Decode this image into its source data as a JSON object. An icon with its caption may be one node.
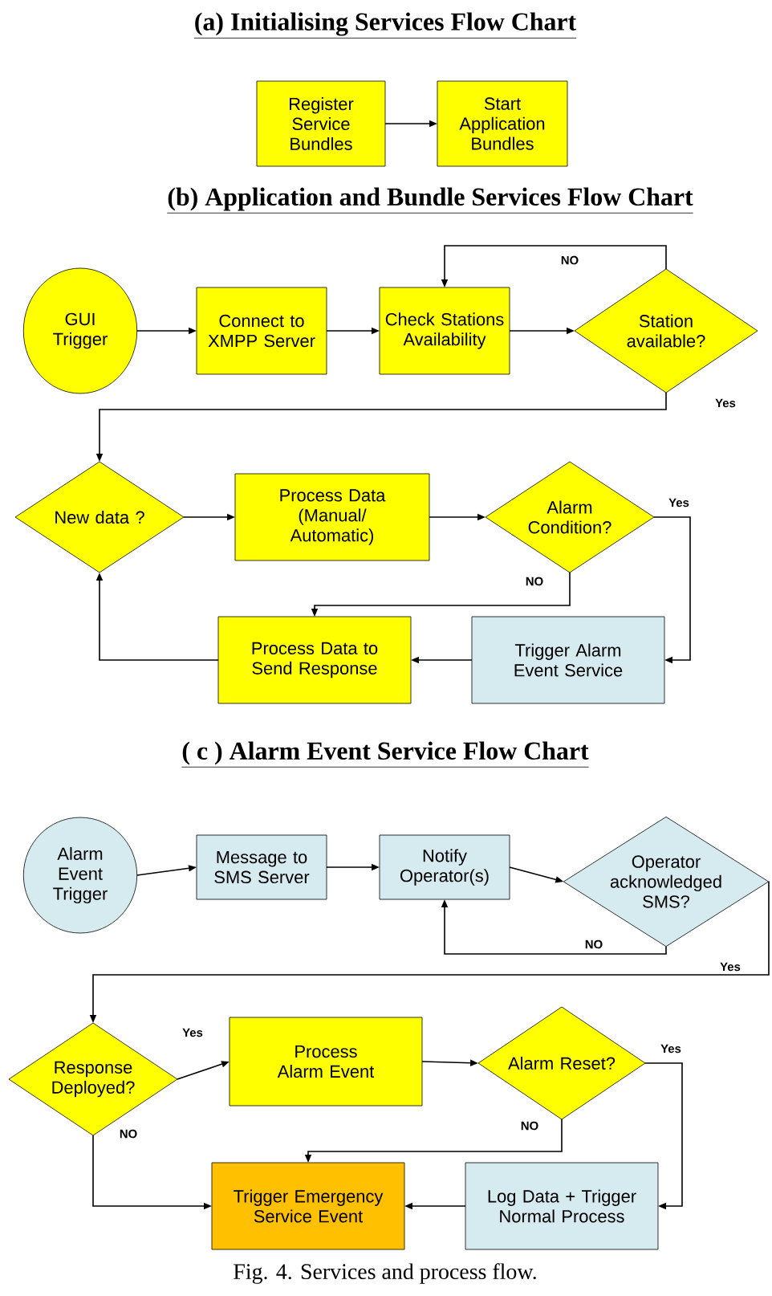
{
  "diagram": {
    "caption": "Fig. 4. Services and process flow.",
    "nodes": [
      {
        "text": [
          "Register Service Bundles"
        ]
      },
      {
        "text": [
          "Start Application Bundles"
        ]
      },
      {
        "text": [
          "GUI Trigger"
        ]
      },
      {
        "text": [
          "Connect to XMPP Server"
        ]
      },
      {
        "text": [
          "Check Stations Availability"
        ]
      },
      {
        "text": [
          "Station available?"
        ]
      },
      {
        "text": [
          "New data ?"
        ]
      },
      {
        "text": [
          "Process Data (Manual/ Automatic)"
        ]
      },
      {
        "text": [
          "Alarm Condition?"
        ]
      },
      {
        "text": [
          "Process Data to Send Response"
        ]
      },
      {
        "text": [
          "Trigger Alarm Event Service"
        ]
      },
      {
        "text": [
          "Alarm Event Trigger"
        ]
      },
      {
        "text": [
          "Message to SMS Server"
        ]
      },
      {
        "text": [
          "Notify Operator(s)"
        ]
      },
      {
        "text": [
          "Operator acknowledged SMS?"
        ]
      },
      {
        "text": [
          "Response Deployed?"
        ]
      },
      {
        "text": [
          "Process Alarm Event"
        ]
      },
      {
        "text": [
          "Alarm Reset?"
        ]
      },
      {
        "text": [
          "Log Data + Trigger Normal Process"
        ]
      },
      {
        "text": [
          "Trigger Emergency Service Event"
        ]
      }
    ],
    "edges": [
      {
        "from": 0,
        "to": 1,
        "arrow": "to"
      },
      {
        "from": 2,
        "to": 3,
        "arrow": "to"
      },
      {
        "from": 3,
        "to": 4,
        "arrow": "to"
      },
      {
        "from": 4,
        "to": 5,
        "arrow": "to"
      },
      {
        "from": 5,
        "to": 4,
        "arrow": "to",
        "label": "NO"
      },
      {
        "from": 5,
        "to": 6,
        "arrow": "to",
        "label": "Yes"
      },
      {
        "from": 6,
        "to": 7,
        "arrow": "to"
      },
      {
        "from": 7,
        "to": 8,
        "arrow": "to"
      },
      {
        "from": 8,
        "to": 10,
        "arrow": "to",
        "label": "Yes"
      },
      {
        "from": 8,
        "to": 9,
        "arrow": "to",
        "label": "NO"
      },
      {
        "from": 10,
        "to": 9,
        "arrow": "to"
      },
      {
        "from": 9,
        "to": 6,
        "arrow": "to"
      },
      {
        "from": 11,
        "to": 12,
        "arrow": "to"
      },
      {
        "from": 12,
        "to": 13,
        "arrow": "to"
      },
      {
        "from": 13,
        "to": 14,
        "arrow": "to"
      },
      {
        "from": 14,
        "to": 13,
        "arrow": "to",
        "label": "NO"
      },
      {
        "from": 14,
        "to": 15,
        "arrow": "to",
        "label": "Yes"
      },
      {
        "from": 15,
        "to": 16,
        "arrow": "to",
        "label": "Yes"
      },
      {
        "from": 15,
        "to": 19,
        "arrow": "to",
        "label": "NO"
      },
      {
        "from": 16,
        "to": 17,
        "arrow": "to"
      },
      {
        "from": 17,
        "to": 18,
        "arrow": "to",
        "label": "Yes"
      },
      {
        "from": 17,
        "to": 19,
        "arrow": "to",
        "label": "NO"
      },
      {
        "from": 18,
        "to": 19,
        "arrow": "to"
      }
    ],
    "labels": [
      "(a) Initialising Services Flow Chart",
      "(b) Application and Bundle Services Flow Chart",
      "( c ) Alarm Event Service Flow Chart"
    ]
  }
}
